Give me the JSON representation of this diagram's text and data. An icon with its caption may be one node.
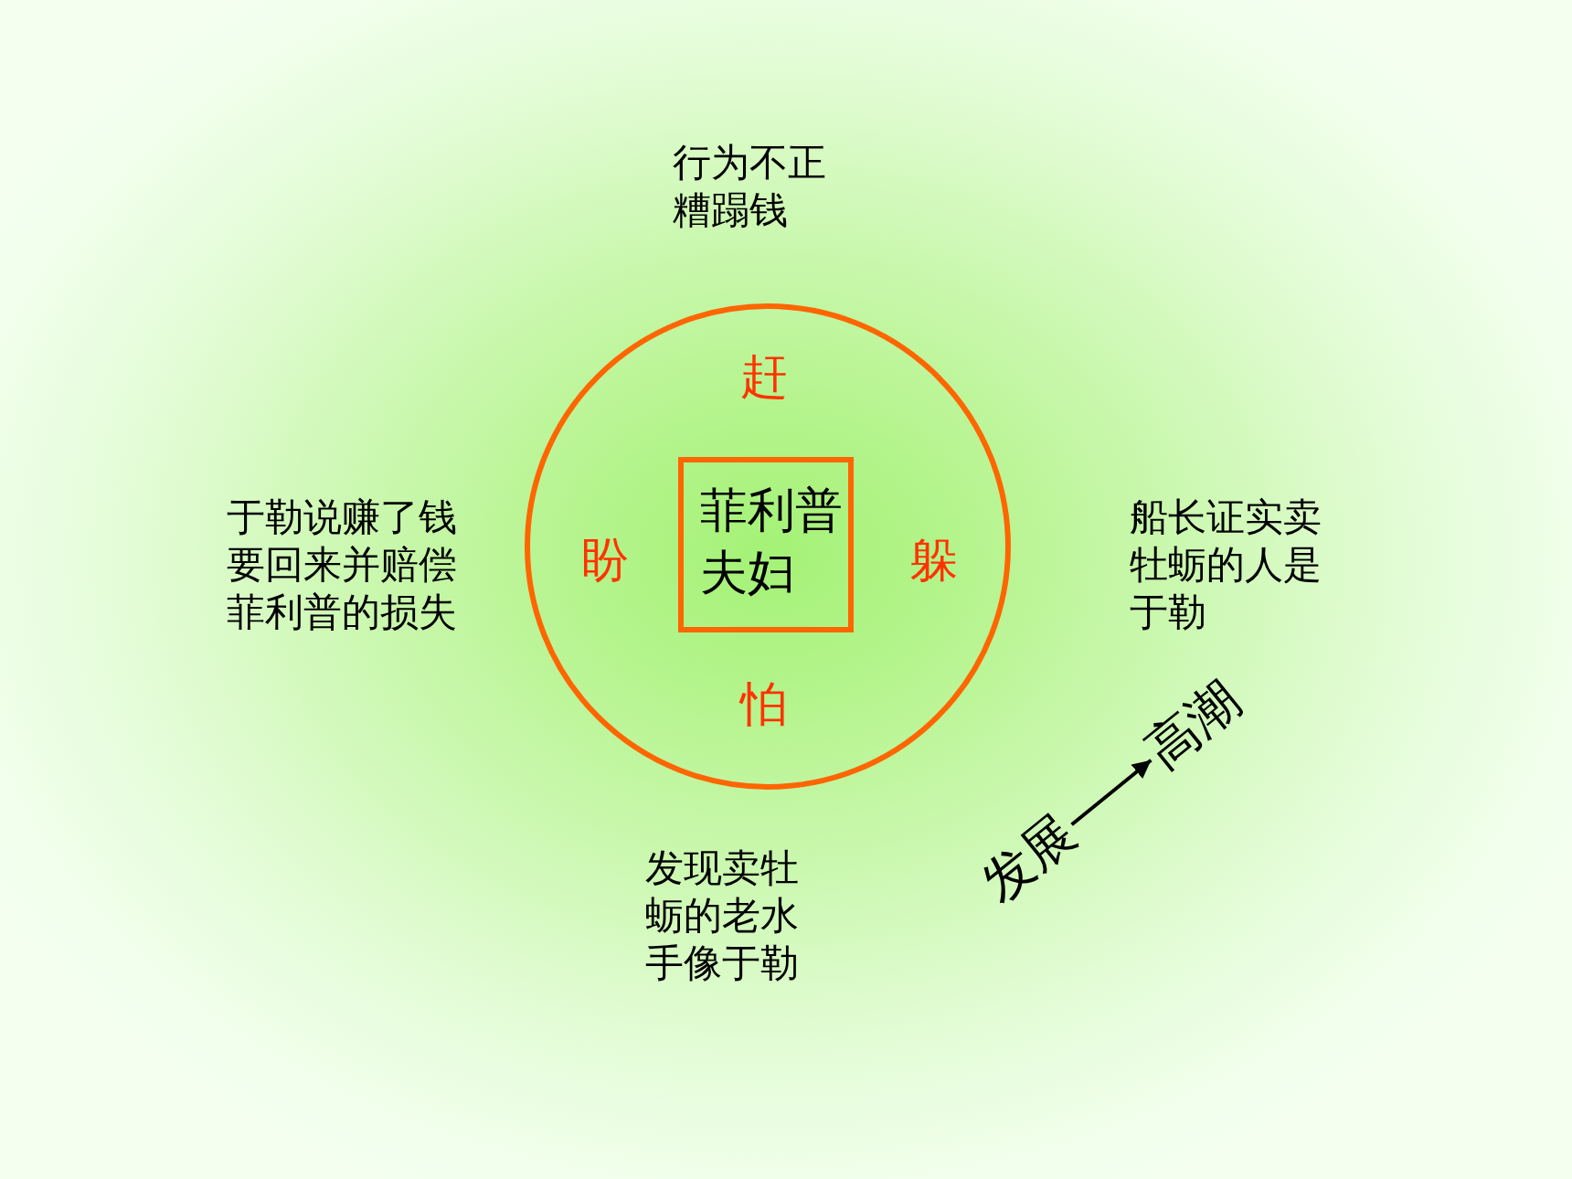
{
  "diagram": {
    "nodes": [
      {
        "text": [
          "赶",
          "盼",
          "躲",
          "怕"
        ]
      },
      {
        "text": [
          "菲利普夫妇"
        ],
        "in": 0
      },
      {
        "text": [
          "发展"
        ]
      },
      {
        "text": [
          "高潮"
        ]
      }
    ],
    "edges": [
      {
        "from": 2,
        "to": 3,
        "arrow": "to"
      }
    ],
    "labels": [
      "行为不正糟蹋钱",
      "于勒说赚了钱要回来并赔偿菲利普的损失",
      "船长证实卖牡蛎的人是于勒",
      "发现卖牡蛎的老水手像于勒"
    ]
  }
}
